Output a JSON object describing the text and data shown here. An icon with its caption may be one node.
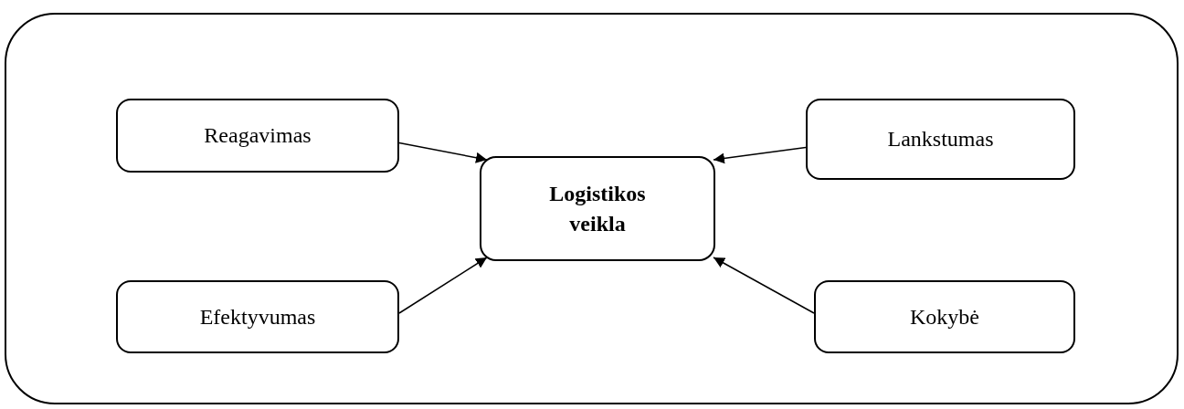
{
  "diagram": {
    "nodes": [
      {
        "text": [],
        "shape": "box"
      },
      {
        "text": [
          "Reagavimas"
        ],
        "in": 0
      },
      {
        "text": [
          "Logistikos veikla"
        ],
        "in": 0
      },
      {
        "text": [
          "Lankstumas"
        ],
        "in": 0
      },
      {
        "text": [
          "Efektyvumas"
        ],
        "in": 0
      },
      {
        "text": [
          "Kokybė"
        ],
        "in": 0
      }
    ],
    "edges": [
      {
        "from": 1,
        "to": 2,
        "arrow": "to"
      },
      {
        "from": 3,
        "to": 2,
        "arrow": "to"
      },
      {
        "from": 4,
        "to": 2,
        "arrow": "to"
      },
      {
        "from": 5,
        "to": 2,
        "arrow": "to"
      }
    ]
  }
}
